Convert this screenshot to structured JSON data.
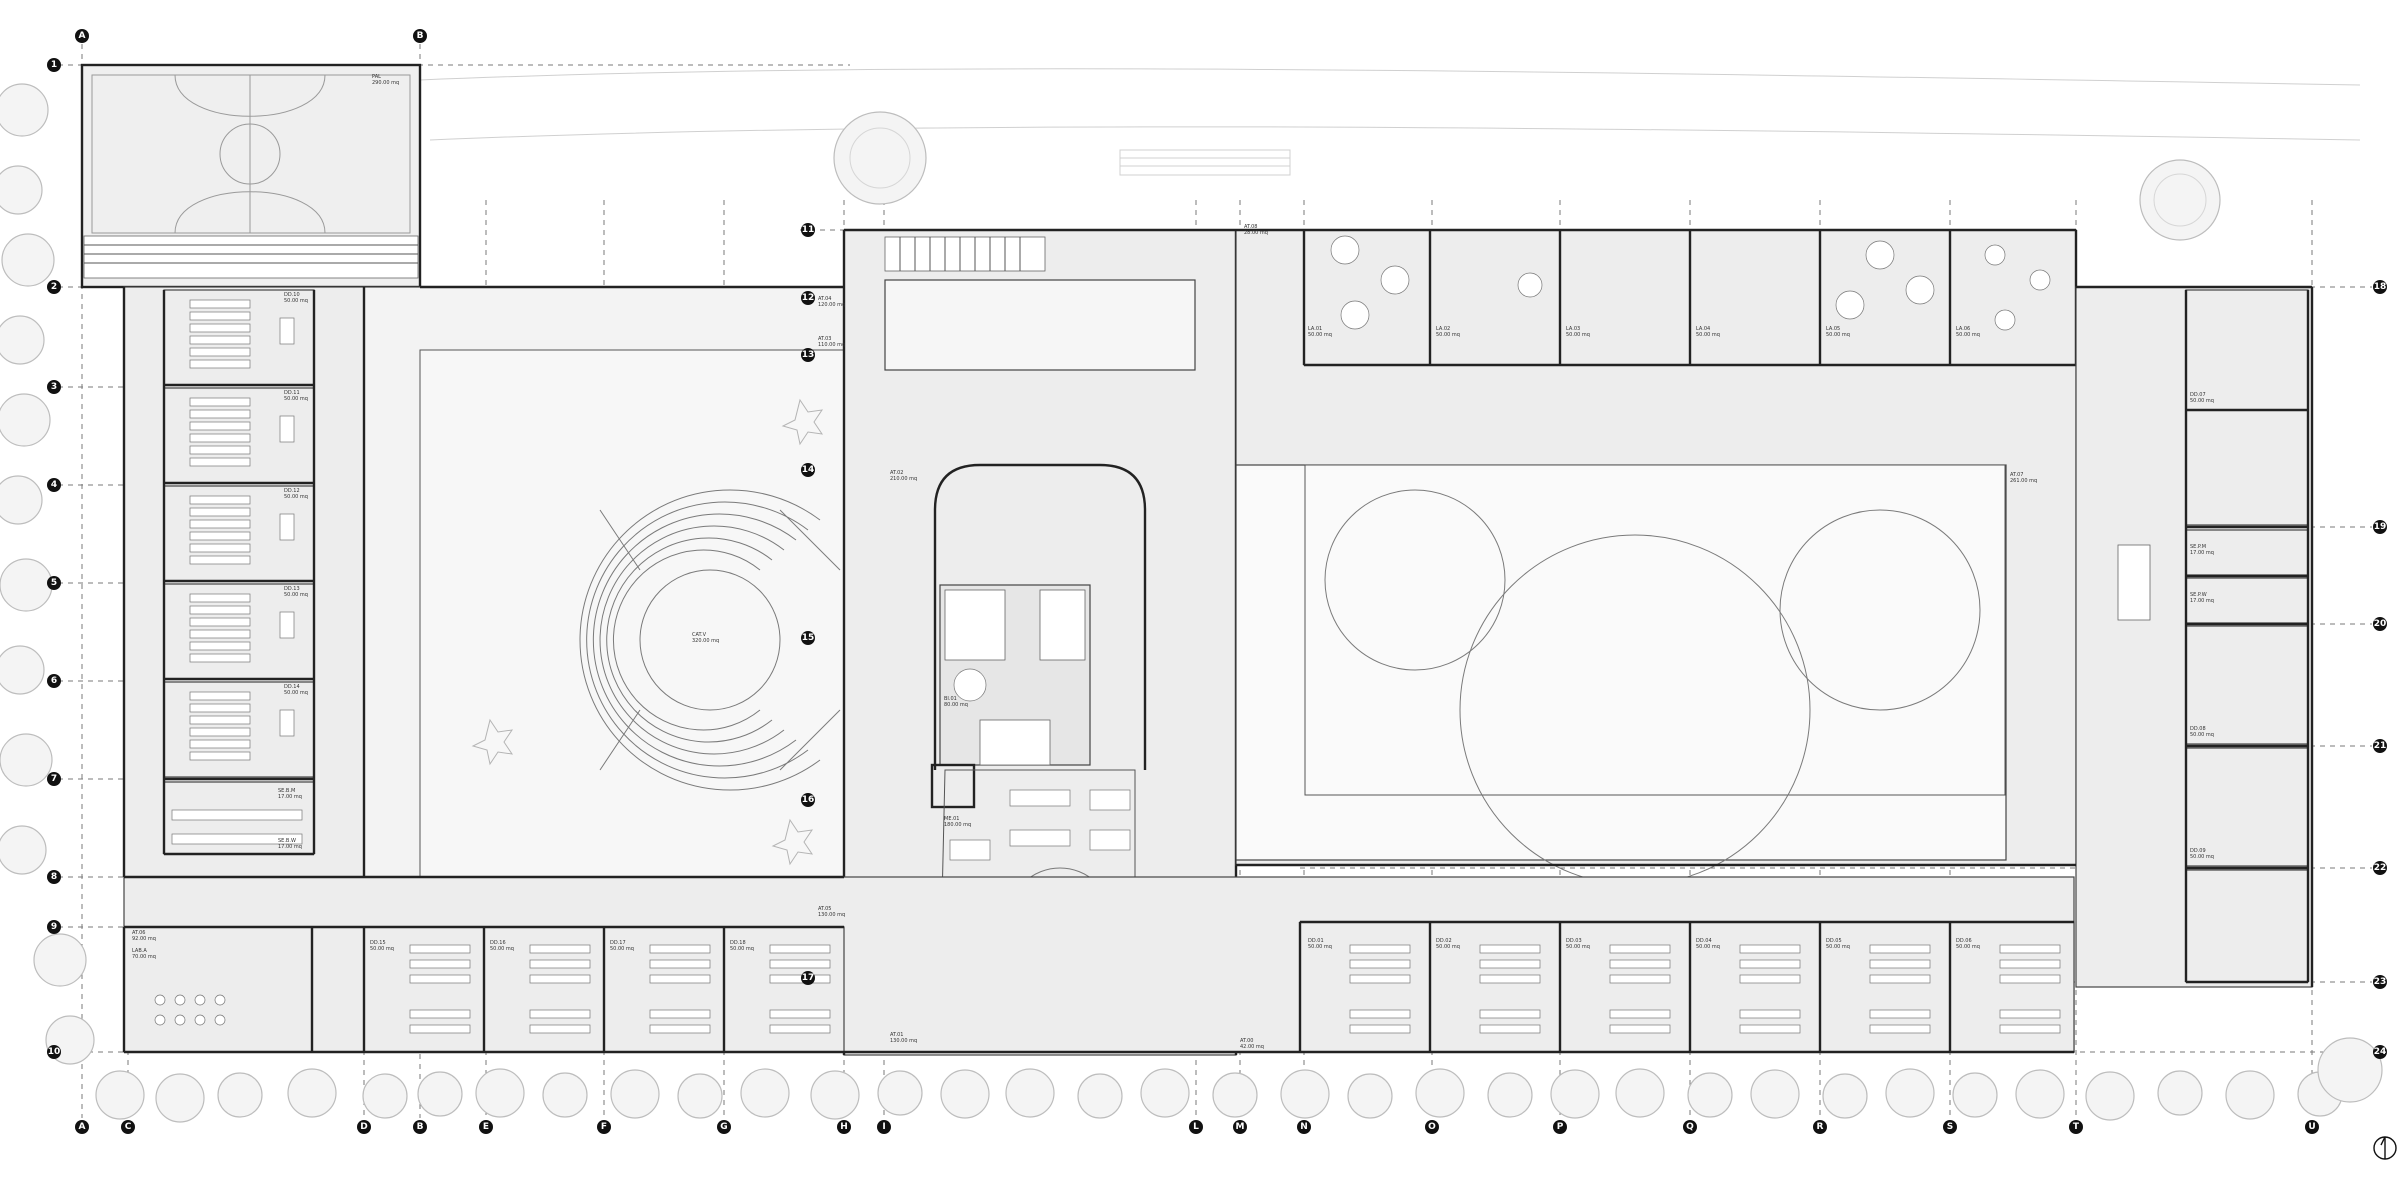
{
  "drawing": {
    "background": "#ffffff",
    "ink": "#111111",
    "fill": "#ededed"
  },
  "grid": {
    "columns": [
      {
        "id": "A"
      },
      {
        "id": "B"
      },
      {
        "id": "C"
      },
      {
        "id": "D"
      },
      {
        "id": "E"
      },
      {
        "id": "F"
      },
      {
        "id": "G"
      },
      {
        "id": "H"
      },
      {
        "id": "I"
      },
      {
        "id": "L"
      },
      {
        "id": "M"
      },
      {
        "id": "N"
      },
      {
        "id": "O"
      },
      {
        "id": "P"
      },
      {
        "id": "Q"
      },
      {
        "id": "R"
      },
      {
        "id": "S"
      },
      {
        "id": "T"
      },
      {
        "id": "U"
      }
    ],
    "rows": [
      {
        "id": "1"
      },
      {
        "id": "2"
      },
      {
        "id": "3"
      },
      {
        "id": "4"
      },
      {
        "id": "5"
      },
      {
        "id": "6"
      },
      {
        "id": "7"
      },
      {
        "id": "8"
      },
      {
        "id": "9"
      },
      {
        "id": "10"
      },
      {
        "id": "11"
      },
      {
        "id": "12"
      },
      {
        "id": "13"
      },
      {
        "id": "14"
      },
      {
        "id": "15"
      },
      {
        "id": "16"
      },
      {
        "id": "17"
      },
      {
        "id": "18"
      },
      {
        "id": "19"
      },
      {
        "id": "20"
      },
      {
        "id": "21"
      },
      {
        "id": "22"
      },
      {
        "id": "23"
      },
      {
        "id": "24"
      }
    ]
  },
  "rooms": [
    {
      "code": "PAL",
      "area": "290.00 mq"
    },
    {
      "code": "DD.10",
      "area": "50.00 mq"
    },
    {
      "code": "DD.11",
      "area": "50.00 mq"
    },
    {
      "code": "DD.12",
      "area": "50.00 mq"
    },
    {
      "code": "DD.13",
      "area": "50.00 mq"
    },
    {
      "code": "DD.14",
      "area": "50.00 mq"
    },
    {
      "code": "SE.B.M",
      "area": "17.00 mq"
    },
    {
      "code": "SE.B.W",
      "area": "17.00 mq"
    },
    {
      "code": "AT.06",
      "area": "92.00 mq"
    },
    {
      "code": "LAB.A",
      "area": "70.00 mq"
    },
    {
      "code": "DD.15",
      "area": "50.00 mq"
    },
    {
      "code": "DD.16",
      "area": "50.00 mq"
    },
    {
      "code": "DD.17",
      "area": "50.00 mq"
    },
    {
      "code": "DD.18",
      "area": "50.00 mq"
    },
    {
      "code": "AT.05",
      "area": "130.00 mq"
    },
    {
      "code": "AT.04",
      "area": "120.00 mq"
    },
    {
      "code": "AT.03",
      "area": "110.00 mq"
    },
    {
      "code": "AT.02",
      "area": "210.00 mq"
    },
    {
      "code": "AT.01",
      "area": "130.00 mq"
    },
    {
      "code": "AT.00",
      "area": "42.00 mq"
    },
    {
      "code": "CAT.V",
      "area": "320.00 mq"
    },
    {
      "code": "BI.01",
      "area": "80.00 mq"
    },
    {
      "code": "ME.01",
      "area": "180.00 mq"
    },
    {
      "code": "LA.01",
      "area": "50.00 mq"
    },
    {
      "code": "LA.02",
      "area": "50.00 mq"
    },
    {
      "code": "LA.03",
      "area": "50.00 mq"
    },
    {
      "code": "LA.04",
      "area": "50.00 mq"
    },
    {
      "code": "LA.05",
      "area": "50.00 mq"
    },
    {
      "code": "LA.06",
      "area": "50.00 mq"
    },
    {
      "code": "AT.07",
      "area": "261.00 mq"
    },
    {
      "code": "DD.01",
      "area": "50.00 mq"
    },
    {
      "code": "DD.02",
      "area": "50.00 mq"
    },
    {
      "code": "DD.03",
      "area": "50.00 mq"
    },
    {
      "code": "DD.04",
      "area": "50.00 mq"
    },
    {
      "code": "DD.05",
      "area": "50.00 mq"
    },
    {
      "code": "DD.06",
      "area": "50.00 mq"
    },
    {
      "code": "DD.07",
      "area": "50.00 mq"
    },
    {
      "code": "DD.08",
      "area": "50.00 mq"
    },
    {
      "code": "DD.09",
      "area": "50.00 mq"
    },
    {
      "code": "SE.P.M",
      "area": "17.00 mq"
    },
    {
      "code": "SE.P.W",
      "area": "17.00 mq"
    },
    {
      "code": "AT.08",
      "area": "28.00 mq"
    }
  ]
}
